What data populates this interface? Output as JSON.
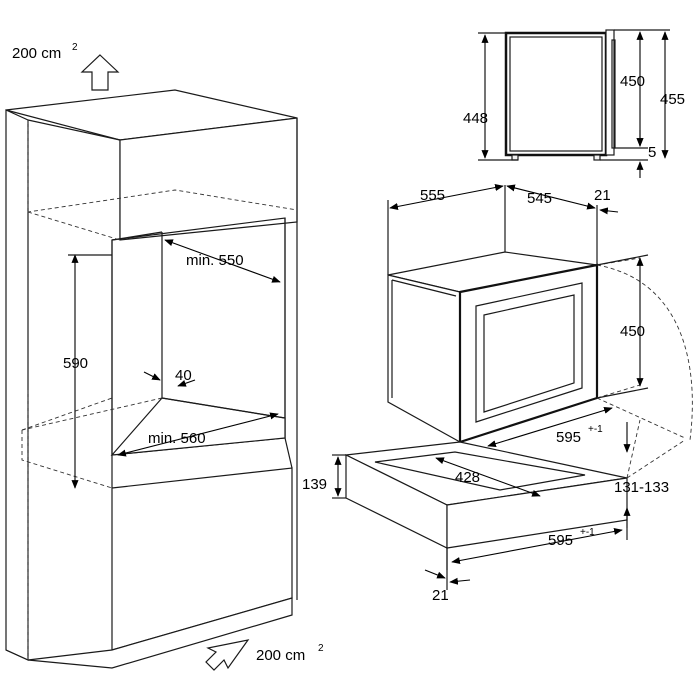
{
  "labels": {
    "vent_top": "200 cm",
    "vent_top_sup": "2",
    "vent_bottom": "200 cm",
    "vent_bottom_sup": "2",
    "niche_width": "min. 550",
    "niche_height": "590",
    "vent_gap": "40",
    "niche_depth": "min. 560",
    "side_height": "448",
    "side_450": "450",
    "side_455": "455",
    "side_5": "5",
    "depth_555": "555",
    "depth_545": "545",
    "front_21_top": "21",
    "oven_height": "450",
    "oven_width": "595",
    "oven_width_sup": "+-1",
    "inner_428": "428",
    "drawer_139": "139",
    "range_131_133": "131-133",
    "drawer_width": "595",
    "drawer_width_sup": "+-1",
    "front_21_bottom": "21"
  }
}
